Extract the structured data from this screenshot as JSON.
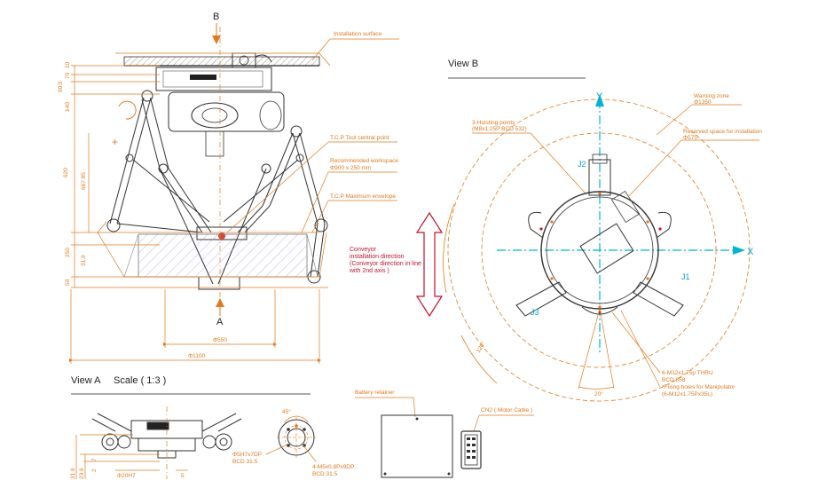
{
  "colors": {
    "dimension": "#e07a1f",
    "outline": "#333333",
    "axis": "#00b4d8",
    "conveyor": "#c8102e",
    "hatch": "#8a8ad0"
  },
  "side_view": {
    "view_B_marker": "B",
    "view_A_marker": "A",
    "installation_surface": "Installation surface",
    "tcp_label": "T.C.P Tool central point",
    "recommended_workspace": "Recommended workspace",
    "workspace_size": "Φ900 x 250 mm",
    "tcp_envelope": "T.C.P Maximum envelope",
    "conveyor_lines": [
      "Conveyor",
      "installation direction",
      "(Conveyor direction in line",
      "with 2nd axis )"
    ],
    "plus_sign": "+",
    "vdims": [
      "10",
      "70",
      "90.5",
      "140",
      "620",
      "667.95",
      "250",
      "31.9",
      "50"
    ],
    "hdims": [
      "Φ550",
      "Φ1100"
    ]
  },
  "view_b": {
    "title": "View B",
    "axis_y": "Y",
    "axis_x": "X",
    "joints": [
      "J1",
      "J2",
      "J3"
    ],
    "warning_zone": "Warning zone",
    "warning_dim": "Φ1350",
    "reserved_space": "Reserved space for installation",
    "reserved_dim": "Φ575",
    "hoisting_points": "3-Hoisting points",
    "hoisting_spec": "(M8x1.25P BCD 532)",
    "angle_120": "120°",
    "angle_20": "20°",
    "holes_lines": [
      "6-M12x1.75p THRU",
      "BCD 658",
      "*Fixing holes for Manipulator",
      "(6-M12x1.75Px35L)"
    ]
  },
  "view_a": {
    "title": "View A",
    "scale": "Scale ( 1:3 )",
    "dims_left": [
      "31.9",
      "23.9",
      "7",
      "2"
    ],
    "dim_bore": "Φ20H7",
    "dim_5": "5",
    "angle_45": "45°",
    "pin_hole": "Φ5H7x7DP",
    "pin_bcd": "BCD 31.5",
    "tapped": "4-M5x0.8Px9DP",
    "tapped_bcd": "BCD 31.5"
  },
  "battery": {
    "label": "Battery retainer",
    "cn2": "CN2 ( Motor Cable )"
  }
}
